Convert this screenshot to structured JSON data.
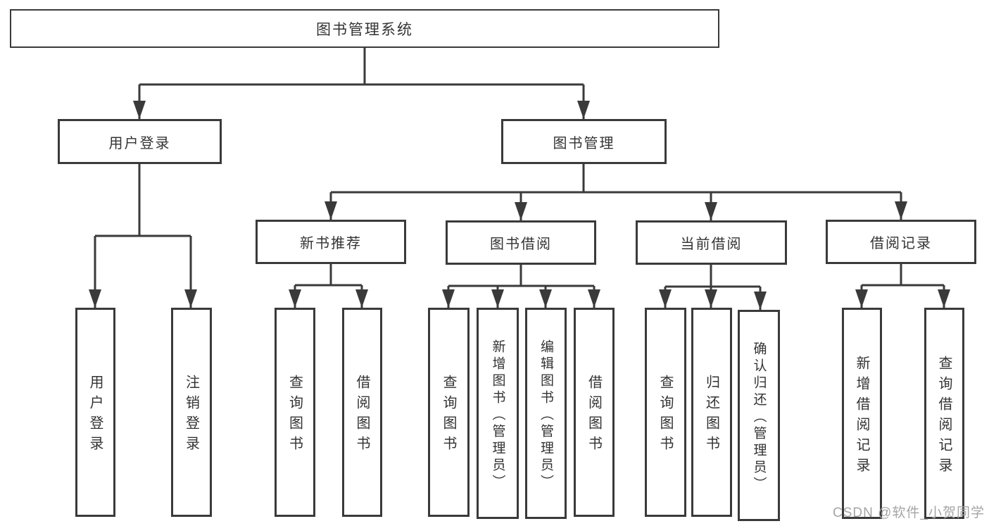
{
  "tree": {
    "root": {
      "label": "图书管理系统",
      "children": {
        "user_login": {
          "label": "用户登录",
          "children": {
            "login": {
              "label": "用户登录"
            },
            "logout": {
              "label": "注销登录"
            }
          }
        },
        "book_management": {
          "label": "图书管理",
          "children": {
            "new_book_recommend": {
              "label": "新书推荐",
              "children": {
                "query_books": {
                  "label": "查询图书"
                },
                "borrow_books": {
                  "label": "借阅图书"
                }
              }
            },
            "book_borrowing": {
              "label": "图书借阅",
              "children": {
                "query_books": {
                  "label": "查询图书"
                },
                "add_books_admin": {
                  "label": "新增图书（管理员）"
                },
                "edit_books_admin": {
                  "label": "编辑图书（管理员）"
                },
                "borrow_books": {
                  "label": "借阅图书"
                }
              }
            },
            "current_borrowing": {
              "label": "当前借阅",
              "children": {
                "query_books": {
                  "label": "查询图书"
                },
                "return_books": {
                  "label": "归还图书"
                },
                "confirm_return_admin": {
                  "label": "确认归还（管理员）"
                }
              }
            },
            "borrow_records": {
              "label": "借阅记录",
              "children": {
                "add_borrow_record": {
                  "label": "新增借阅记录"
                },
                "query_borrow_record": {
                  "label": "查询借阅记录"
                }
              }
            }
          }
        }
      }
    }
  },
  "watermark": {
    "text": "CSDN @软件_小贺同学"
  },
  "colors": {
    "line": "#3a3a3a",
    "border": "#3a3a3a",
    "text": "#333333",
    "background": "#ffffff",
    "watermark": "#a5a5a5"
  }
}
